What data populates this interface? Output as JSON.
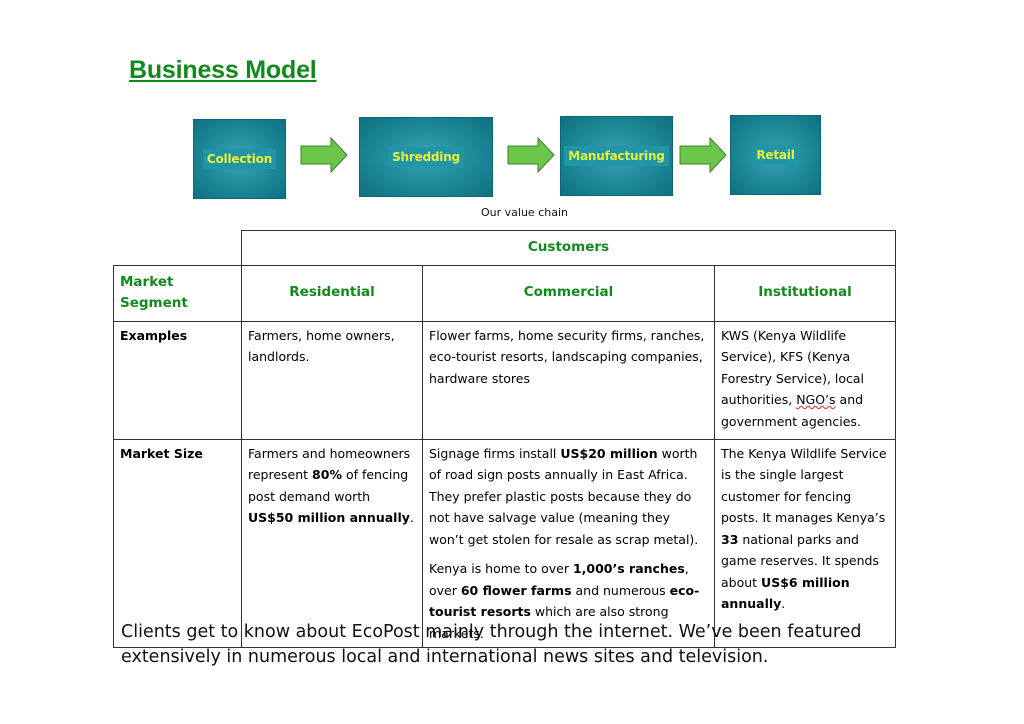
{
  "title": "Business Model",
  "value_chain": {
    "stages": [
      "Collection",
      "Shredding",
      "Manufacturing",
      "Retail"
    ],
    "caption": "Our value chain"
  },
  "table": {
    "customers_header": "Customers",
    "segment_header": "Market Segment",
    "columns": [
      "Residential",
      "Commercial",
      "Institutional"
    ],
    "examples": {
      "label": "Examples",
      "residential": "Farmers, home owners, landlords.",
      "commercial": "Flower farms, home security firms, ranches, eco-tourist resorts, landscaping companies, hardware stores",
      "institutional_a": "KWS (Kenya Wildlife Service), KFS (Kenya Forestry Service), local authorities, ",
      "institutional_ngo": "NGO’s",
      "institutional_b": " and government agencies."
    },
    "market_size": {
      "label": "Market Size",
      "residential": {
        "t1": "Farmers and homeowners represent ",
        "b1": "80%",
        "t2": " of fencing post demand worth ",
        "b2": "US$50 million annually",
        "t3": "."
      },
      "commercial_p1": {
        "t1": "Signage firms install ",
        "b1": "US$20 million",
        "t2": " worth of road sign posts  annually in East Africa. They prefer plastic posts because they do not have salvage value (meaning they won’t get stolen for resale as scrap metal)."
      },
      "commercial_p2": {
        "t1": "Kenya is home to over ",
        "b1": "1,000’s ranches",
        "t2": ", over ",
        "b2": "60 flower farms",
        "t3": " and numerous ",
        "b3": "eco-tourist resorts",
        "t4": " which are also strong markets."
      },
      "institutional": {
        "t1": "The Kenya Wildlife Service is the single largest customer for fencing posts.  It manages Kenya’s ",
        "b1": "33",
        "t2": " national parks and game reserves. It spends about ",
        "b2": "US$6 million annually",
        "t3": "."
      }
    }
  },
  "footer": "Clients get to know about EcoPost mainly through the internet. We’ve been featured extensively in numerous local and international news sites and television.",
  "colors": {
    "title_green": "#12891c",
    "stage_teal": "#1b8797",
    "stage_text": "#e8f03a",
    "arrow_green": "#6cc64a"
  }
}
